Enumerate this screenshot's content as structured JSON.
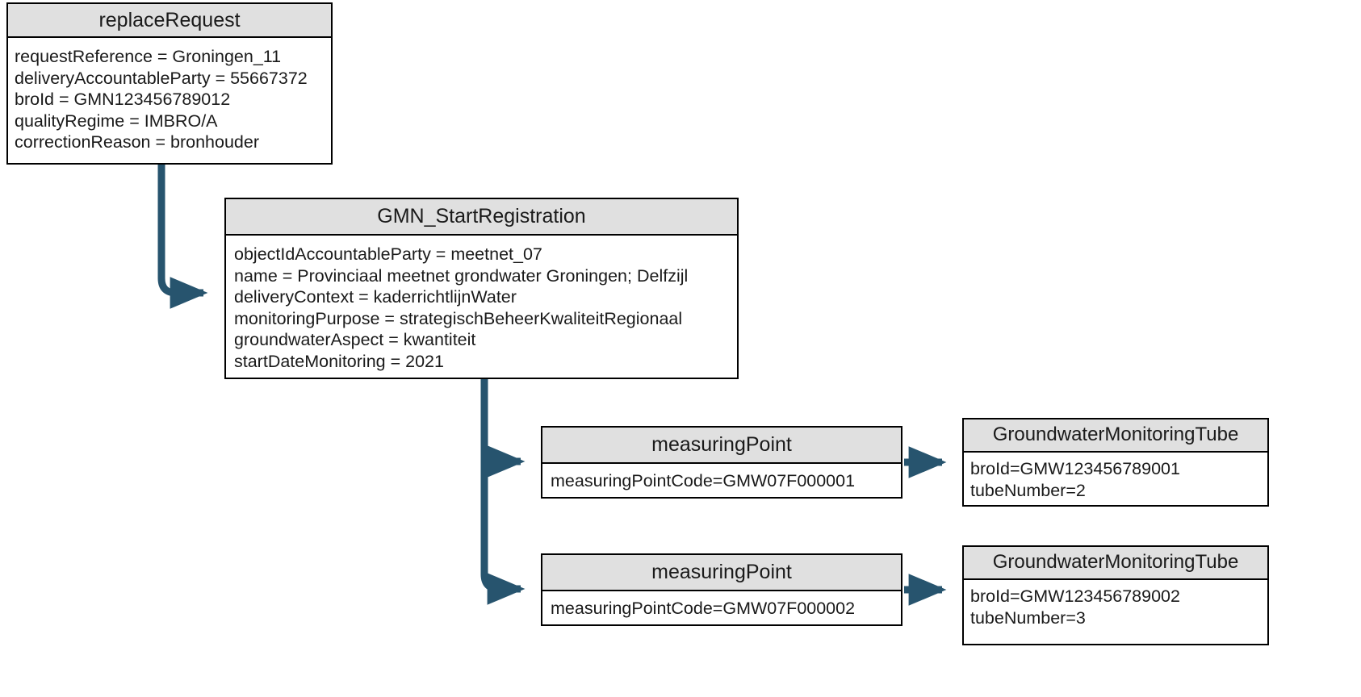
{
  "diagram": {
    "title": "replaceRequest GMN_StartRegistration object diagram",
    "colors": {
      "box_header_fill": "#e0e0e0",
      "box_border": "#000000",
      "box_body_fill": "#ffffff",
      "connector": "#27546e",
      "text": "#1a1a1a",
      "background": "#ffffff"
    }
  },
  "boxes": {
    "replace_request": {
      "title": "replaceRequest",
      "attributes": [
        "requestReference = Groningen_11",
        "deliveryAccountableParty = 55667372",
        "broId = GMN123456789012",
        "qualityRegime = IMBRO/A",
        "correctionReason = bronhouder"
      ]
    },
    "gmn_start_registration": {
      "title": "GMN_StartRegistration",
      "attributes": [
        "objectIdAccountableParty = meetnet_07",
        "name = Provinciaal meetnet grondwater Groningen; Delfzijl",
        "deliveryContext = kaderrichtlijnWater",
        "monitoringPurpose = strategischBeheerKwaliteitRegionaal",
        "groundwaterAspect = kwantiteit",
        "startDateMonitoring = 2021"
      ]
    },
    "measuring_point_1": {
      "title": "measuringPoint",
      "attributes": [
        "measuringPointCode=GMW07F000001"
      ]
    },
    "measuring_point_2": {
      "title": "measuringPoint",
      "attributes": [
        "measuringPointCode=GMW07F000002"
      ]
    },
    "gw_tube_1": {
      "title": "GroundwaterMonitoringTube",
      "attributes": [
        "broId=GMW123456789001",
        "tubeNumber=2"
      ]
    },
    "gw_tube_2": {
      "title": "GroundwaterMonitoringTube",
      "attributes": [
        "broId=GMW123456789002",
        "tubeNumber=3"
      ]
    }
  },
  "connectors": [
    {
      "name": "replace-request-to-gmn-start-registration",
      "from": "replace_request",
      "to": "gmn_start_registration"
    },
    {
      "name": "gmn-start-registration-to-measuring-point-1",
      "from": "gmn_start_registration",
      "to": "measuring_point_1"
    },
    {
      "name": "gmn-start-registration-to-measuring-point-2",
      "from": "gmn_start_registration",
      "to": "measuring_point_2"
    },
    {
      "name": "measuring-point-1-to-gw-tube-1",
      "from": "measuring_point_1",
      "to": "gw_tube_1"
    },
    {
      "name": "measuring-point-2-to-gw-tube-2",
      "from": "measuring_point_2",
      "to": "gw_tube_2"
    }
  ]
}
